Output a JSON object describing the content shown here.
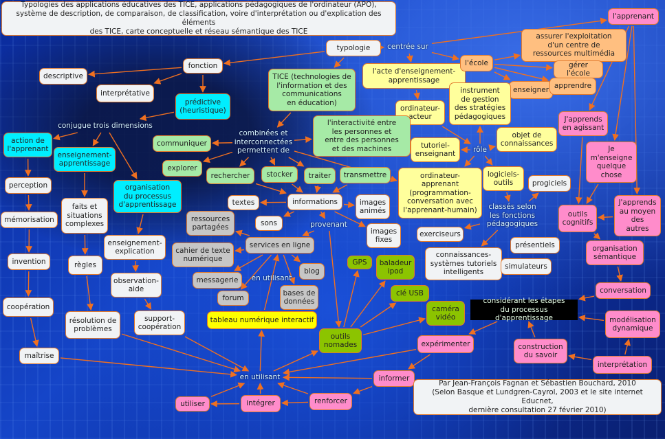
{
  "nodes": {
    "title": "Typologies des applications éducatives des TICE, applications pédagogiques de l'ordinateur (APO),\nsystème de description, de comparaison, de classification, voire d'interprétation ou d'explication des éléments\ndes TICE, carte conceptuelle et réseau sémantique des TICE",
    "typologie": "typologie",
    "centree": "centrée sur",
    "fonction": "fonction",
    "descriptive": "descriptive",
    "interpretative": "interprétative",
    "predictive": "prédictive\n(heuristique)",
    "tice": "TICE (technologies de\nl'information et des\ncommunications\nen éducation)",
    "acte": "l'acte d'enseignement-\napprentissage",
    "ecole": "l'école",
    "assurer": "assurer l'exploitation\nd'un centre de\nressources multimédia",
    "gerer": "gérer l'école",
    "apprendre": "apprendre",
    "enseigner": "enseigner",
    "apprenant": "l'apprenant",
    "instrument": "instrument\nde gestion\ndes stratégies\npédagogiques",
    "ordacteur": "ordinateur-\nacteur",
    "interactivite": "l'interactivité entre\nles personnes et\nentre des personnes\net des machines",
    "conjugue": "conjugue trois dimensions",
    "combinees": "combinées et\ninterconnectées\npermettent de",
    "action": "action de\nl'apprenant",
    "ensapp": "enseignement-\napprentissage",
    "communiquer": "communiquer",
    "tutoriel": "tutoriel-\nenseignant",
    "role": "rôle",
    "objet": "objet de\nconnaissances",
    "agissant": "J'apprends\nen agissant",
    "menseigne": "Je\nm'enseigne\nquelque\nchose",
    "explorer": "explorer",
    "rechercher": "rechercher",
    "stocker": "stocker",
    "traiter": "traiter",
    "transmettre": "transmettre",
    "ordapprenant": "ordinateur-\napprenant\n(programmation-\nconversation avec\nl'apprenant-humain)",
    "logiciels": "logiciels-\noutils",
    "progiciels": "progiciels",
    "perception": "perception",
    "orgprocessus": "organisation\ndu processus\nd'apprentissage",
    "faits": "faits et\nsituations\ncomplexes",
    "textes": "textes",
    "informations": "informations",
    "imganimes": "images\nanimés",
    "classes": "classés selon\nles fonctions\npédagogiques",
    "cognitifs": "outils\ncognitifs",
    "aumoyen": "J'apprends\nau moyen\ndes\nautres",
    "memorisation": "mémorisation",
    "ressources": "ressources\npartagées",
    "sons": "sons",
    "provenant": "provenant",
    "imgfixes": "images\nfixes",
    "exerciseurs": "exerciseurs",
    "ensexpl": "enseignement-\nexplication",
    "presentiels": "présentiels",
    "orgsem": "organisation\nsémantique",
    "cahier": "cahier de texte\nnumérique",
    "services": "services en ligne",
    "connsys": "connaissances-\nsystèmes tutoriels\nintelligents",
    "invention": "invention",
    "regles": "règles",
    "gps": "GPS",
    "baladeur": "baladeur\nipod",
    "simulateurs": "simulateurs",
    "blog": "blog",
    "messagerie": "messagerie",
    "utilisant1": "en utilisant",
    "observation": "observation-\naide",
    "bases": "bases de\ndonnées",
    "cle": "clé USB",
    "forum": "forum",
    "conversation": "conversation",
    "considerant": "considérant les étapes\ndu processus d'apprentissage",
    "cooperation": "coopération",
    "camera": "caméra\nvidéo",
    "support": "support-\ncoopération",
    "tableau": "tableau numérique interactif",
    "resolution": "résolution de\nproblèmes",
    "modelisation": "modélisation\ndynamique",
    "nomades": "outils\nnomades",
    "experimenter": "expérimenter",
    "construction": "construction\ndu savoir",
    "maitrise": "maîtrise",
    "interpretation": "interprétation",
    "utilisant2": "en utilisant",
    "informer": "informer",
    "auteurs": "Par Jean-François Fagnan et Sébastien Bouchard, 2010\n(Selon Basque et Lundgren-Cayrol, 2003 et le site internet Educnet,\ndernière consultation 27 février 2010)",
    "utiliser": "utiliser",
    "integrer": "intégrer",
    "renforcer": "renforcer"
  },
  "edges": [
    [
      "typologie",
      "fonction"
    ],
    [
      "typologie",
      "centree"
    ],
    [
      "typologie",
      "tice"
    ],
    [
      "centree",
      "apprenant"
    ],
    [
      "centree",
      "acte"
    ],
    [
      "centree",
      "ecole"
    ],
    [
      "ecole",
      "assurer"
    ],
    [
      "ecole",
      "gerer"
    ],
    [
      "ecole",
      "apprendre"
    ],
    [
      "ecole",
      "enseigner"
    ],
    [
      "fonction",
      "descriptive"
    ],
    [
      "fonction",
      "interpretative"
    ],
    [
      "fonction",
      "predictive"
    ],
    [
      "predictive",
      "conjugue"
    ],
    [
      "conjugue",
      "action"
    ],
    [
      "conjugue",
      "ensapp"
    ],
    [
      "conjugue",
      "orgprocessus"
    ],
    [
      "action",
      "perception"
    ],
    [
      "perception",
      "memorisation"
    ],
    [
      "memorisation",
      "invention"
    ],
    [
      "invention",
      "cooperation"
    ],
    [
      "cooperation",
      "maitrise"
    ],
    [
      "ensapp",
      "faits"
    ],
    [
      "faits",
      "regles"
    ],
    [
      "regles",
      "resolution"
    ],
    [
      "orgprocessus",
      "ensexpl"
    ],
    [
      "ensexpl",
      "observation"
    ],
    [
      "observation",
      "support"
    ],
    [
      "tice",
      "combinees"
    ],
    [
      "combinees",
      "communiquer"
    ],
    [
      "combinees",
      "interactivite"
    ],
    [
      "combinees",
      "explorer"
    ],
    [
      "combinees",
      "rechercher"
    ],
    [
      "combinees",
      "stocker"
    ],
    [
      "combinees",
      "traiter"
    ],
    [
      "combinees",
      "ordapprenant"
    ],
    [
      "acte",
      "ordacteur"
    ],
    [
      "ordacteur",
      "role"
    ],
    [
      "interactivite",
      "tutoriel"
    ],
    [
      "role",
      "instrument"
    ],
    [
      "role",
      "tutoriel"
    ],
    [
      "role",
      "objet"
    ],
    [
      "role",
      "ordapprenant"
    ],
    [
      "role",
      "logiciels"
    ],
    [
      "logiciels",
      "classes"
    ],
    [
      "classes",
      "progiciels"
    ],
    [
      "classes",
      "exerciseurs"
    ],
    [
      "classes",
      "connsys"
    ],
    [
      "rechercher",
      "informations"
    ],
    [
      "stocker",
      "informations"
    ],
    [
      "traiter",
      "informations"
    ],
    [
      "transmettre",
      "informations"
    ],
    [
      "informations",
      "textes"
    ],
    [
      "informations",
      "sons"
    ],
    [
      "informations",
      "imganimes"
    ],
    [
      "informations",
      "imgfixes"
    ],
    [
      "informations",
      "provenant"
    ],
    [
      "provenant",
      "services"
    ],
    [
      "provenant",
      "nomades"
    ],
    [
      "services",
      "ressources"
    ],
    [
      "services",
      "cahier"
    ],
    [
      "services",
      "messagerie"
    ],
    [
      "services",
      "forum"
    ],
    [
      "services",
      "blog"
    ],
    [
      "services",
      "bases"
    ],
    [
      "tableau",
      "services"
    ],
    [
      "nomades",
      "gps"
    ],
    [
      "nomades",
      "baladeur"
    ],
    [
      "nomades",
      "cle"
    ],
    [
      "nomades",
      "camera"
    ],
    [
      "apprenant",
      "agissant"
    ],
    [
      "apprenant",
      "menseigne"
    ],
    [
      "apprenant",
      "aumoyen"
    ],
    [
      "agissant",
      "cognitifs"
    ],
    [
      "menseigne",
      "cognitifs"
    ],
    [
      "aumoyen",
      "cognitifs"
    ],
    [
      "cognitifs",
      "orgsem"
    ],
    [
      "orgsem",
      "conversation"
    ],
    [
      "conversation",
      "considerant"
    ],
    [
      "modelisation",
      "considerant"
    ],
    [
      "interpretation",
      "modelisation"
    ],
    [
      "interpretation",
      "construction"
    ],
    [
      "construction",
      "considerant"
    ],
    [
      "considerant",
      "experimenter"
    ],
    [
      "experimenter",
      "informer"
    ],
    [
      "informer",
      "renforcer"
    ],
    [
      "renforcer",
      "integrer"
    ],
    [
      "integrer",
      "utiliser"
    ],
    [
      "informer",
      "utilisant2"
    ],
    [
      "experimenter",
      "utilisant2"
    ],
    [
      "renforcer",
      "utilisant2"
    ],
    [
      "integrer",
      "utilisant2"
    ],
    [
      "utiliser",
      "utilisant2"
    ],
    [
      "maitrise",
      "utilisant2"
    ],
    [
      "resolution",
      "utilisant2"
    ],
    [
      "support",
      "utilisant2"
    ],
    [
      "utilisant2",
      "tableau"
    ],
    [
      "utilisant2",
      "nomades"
    ]
  ],
  "colors": {
    "edge": "#f07020",
    "border": "#e27a2c"
  }
}
